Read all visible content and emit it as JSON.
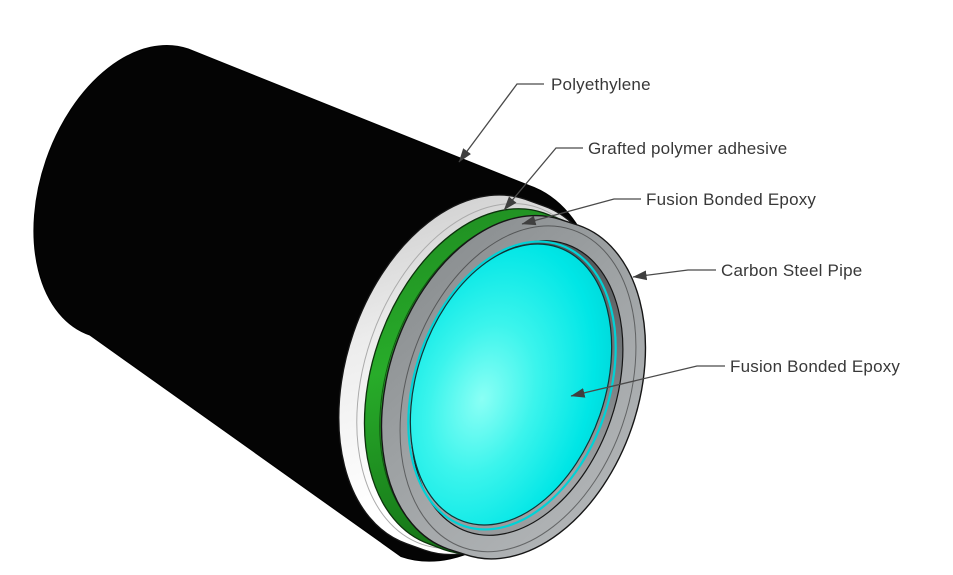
{
  "diagram": {
    "type": "pipe-coating-cutaway",
    "background": "#ffffff",
    "labels": [
      {
        "id": "polyethylene",
        "text": "Polyethylene"
      },
      {
        "id": "grafted-polymer-adhesive",
        "text": "Grafted polymer adhesive"
      },
      {
        "id": "fusion-bonded-epoxy-outer",
        "text": "Fusion Bonded Epoxy"
      },
      {
        "id": "carbon-steel-pipe",
        "text": "Carbon Steel Pipe"
      },
      {
        "id": "fusion-bonded-epoxy-inner",
        "text": "Fusion Bonded Epoxy"
      }
    ],
    "colors": {
      "polyethylene": "#040404",
      "adhesive_white": "#f4f4f4",
      "epoxy_green": "#23a425",
      "steel_gray": "#9da1a3",
      "inner_epoxy_cyan": "#00e6e6",
      "outline": "#161616",
      "leader_line": "#4a4a4a",
      "arrowhead": "#3f3f3f",
      "label_text": "#383838"
    }
  }
}
